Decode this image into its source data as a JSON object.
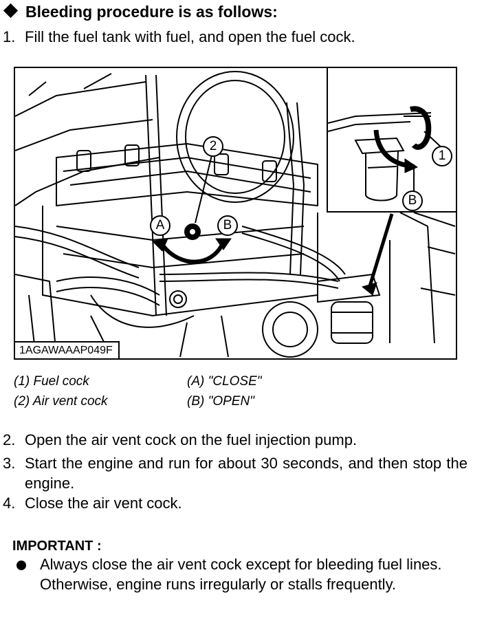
{
  "heading": "Bleeding procedure is as follows:",
  "steps": [
    {
      "num": "1.",
      "text": "Fill the fuel tank with fuel, and open the fuel cock."
    },
    {
      "num": "2.",
      "text": "Open the air vent cock on the fuel injection pump."
    },
    {
      "num": "3.",
      "text": "Start the engine and run for about 30 seconds, and then stop the engine."
    },
    {
      "num": "4.",
      "text": "Close the air vent cock."
    }
  ],
  "figure": {
    "code": "1AGAWAAAP049F",
    "callouts": {
      "one": "1",
      "two": "2",
      "a": "A",
      "b": "B",
      "b_inset": "B"
    }
  },
  "legend": {
    "item1": "(1) Fuel cock",
    "item2": "(2) Air vent cock",
    "itemA": "(A) \"CLOSE\"",
    "itemB": "(B) \"OPEN\""
  },
  "important": {
    "label": "IMPORTANT :",
    "bullet": "Always close the air vent cock except for bleeding fuel lines.",
    "note": "Otherwise, engine runs irregularly or stalls frequently."
  }
}
